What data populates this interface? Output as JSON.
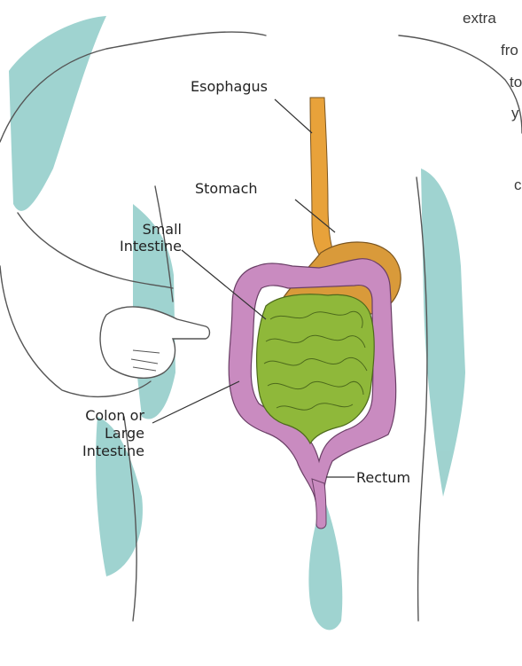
{
  "labels": {
    "esophagus": "Esophagus",
    "stomach": "Stomach",
    "small_intestine_1": "Small",
    "small_intestine_2": "Intestine",
    "colon_1": "Colon or",
    "colon_2": "Large",
    "colon_3": "Intestine",
    "rectum": "Rectum"
  },
  "side_text": [
    "extra",
    "fro",
    "to",
    "y",
    "c"
  ],
  "colors": {
    "skin_outline": "#555555",
    "shadow": "#7fc4c0",
    "esophagus": "#e8a23a",
    "stomach": "#d99a3a",
    "small_intestine": "#8fb83a",
    "colon": "#c98bc0"
  }
}
